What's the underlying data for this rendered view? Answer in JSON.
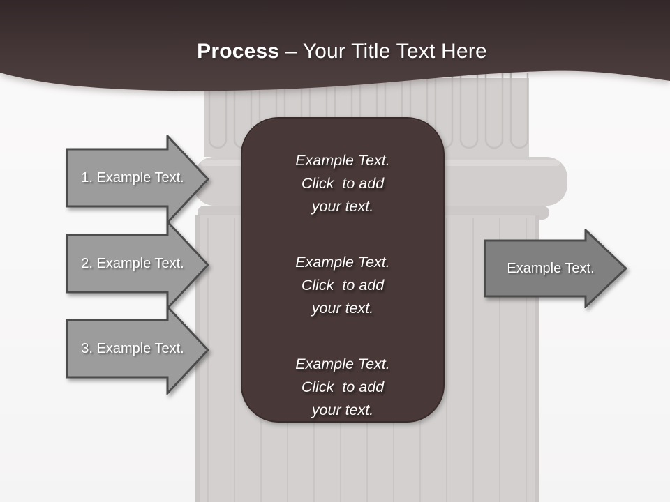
{
  "slide": {
    "title": {
      "bold": "Process",
      "rest": " – Your Title Text Here"
    },
    "left_arrows": [
      {
        "label": "1. Example Text."
      },
      {
        "label": "2. Example Text."
      },
      {
        "label": "3. Example Text."
      }
    ],
    "center_box": {
      "items": [
        {
          "lines": [
            "Example Text.",
            "Click  to add",
            "your text."
          ]
        },
        {
          "lines": [
            "Example Text.",
            "Click  to add",
            "your text."
          ]
        },
        {
          "lines": [
            "Example Text.",
            "Click  to add",
            "your text."
          ]
        }
      ]
    },
    "right_arrow": {
      "label": "Example Text."
    },
    "colors": {
      "header_top": "#332829",
      "header_bottom": "#4f4040",
      "box_fill": "#483837",
      "box_border": "#382b29",
      "arrow_left_fill": "#9c9c9c",
      "arrow_right_fill": "#808080",
      "arrow_border": "#4c4c4c",
      "column_fill": "#d2cfce"
    }
  }
}
